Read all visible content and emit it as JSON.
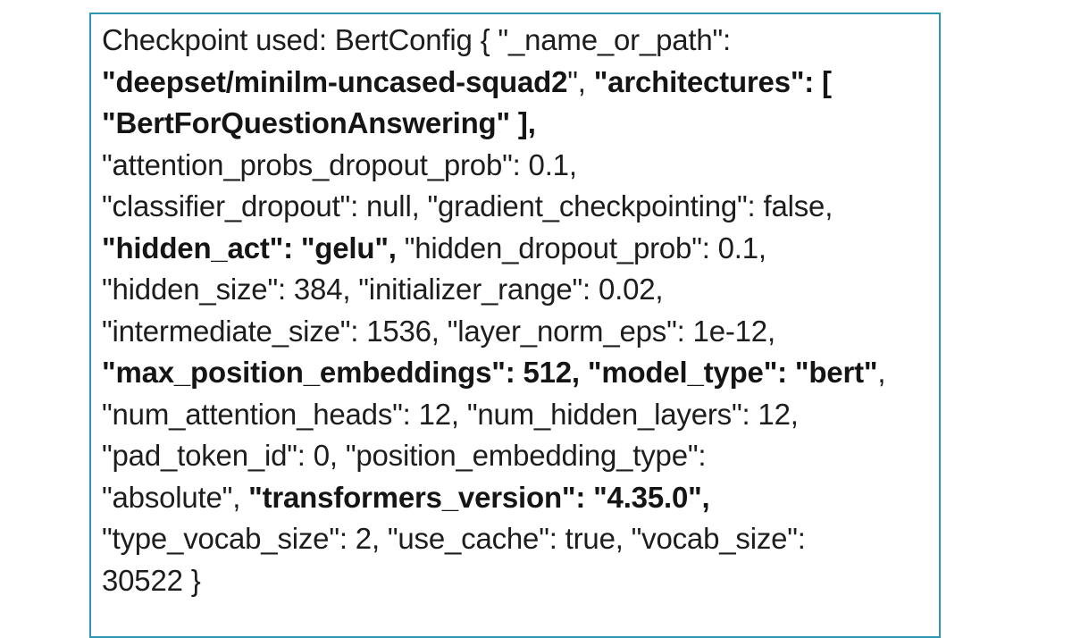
{
  "document": {
    "border_color": "#2e95b3",
    "text_color": "#1d1d1d",
    "content_name": "bert-config-printout",
    "lines": [
      {
        "segments": [
          {
            "text": "Checkpoint used: BertConfig { \"_name_or_path\":",
            "bold": false
          }
        ]
      },
      {
        "segments": [
          {
            "text": "\"deepset/minilm-uncased-squad2",
            "bold": true
          },
          {
            "text": "\", ",
            "bold": false
          },
          {
            "text": "\"architectures\": [",
            "bold": true
          }
        ]
      },
      {
        "segments": [
          {
            "text": "\"BertForQuestionAnswering\" ],",
            "bold": true
          }
        ]
      },
      {
        "segments": [
          {
            "text": "\"attention_probs_dropout_prob\": 0.1,",
            "bold": false
          }
        ]
      },
      {
        "segments": [
          {
            "text": "\"classifier_dropout\": null, \"gradient_checkpointing\": false,",
            "bold": false
          }
        ]
      },
      {
        "segments": [
          {
            "text": "\"hidden_act\": \"gelu\",",
            "bold": true
          },
          {
            "text": " \"hidden_dropout_prob\": 0.1,",
            "bold": false
          }
        ]
      },
      {
        "segments": [
          {
            "text": "\"hidden_size\": 384, \"initializer_range\": 0.02,",
            "bold": false
          }
        ]
      },
      {
        "segments": [
          {
            "text": "\"intermediate_size\": 1536, \"layer_norm_eps\": 1e-12,",
            "bold": false
          }
        ]
      },
      {
        "segments": [
          {
            "text": "\"max_position_embeddings\": 512, \"model_type\": \"bert\"",
            "bold": true
          },
          {
            "text": ",",
            "bold": false
          }
        ]
      },
      {
        "segments": [
          {
            "text": "\"num_attention_heads\": 12, \"num_hidden_layers\": 12,",
            "bold": false
          }
        ]
      },
      {
        "segments": [
          {
            "text": "\"pad_token_id\": 0, \"position_embedding_type\":",
            "bold": false
          }
        ]
      },
      {
        "segments": [
          {
            "text": "\"absolute\", ",
            "bold": false
          },
          {
            "text": "\"transformers_version\": \"4.35.0\",",
            "bold": true
          }
        ]
      },
      {
        "segments": [
          {
            "text": "\"type_vocab_size\": 2, \"use_cache\": true, \"vocab_size\":",
            "bold": false
          }
        ]
      },
      {
        "segments": [
          {
            "text": "30522 }",
            "bold": false
          }
        ]
      }
    ]
  }
}
